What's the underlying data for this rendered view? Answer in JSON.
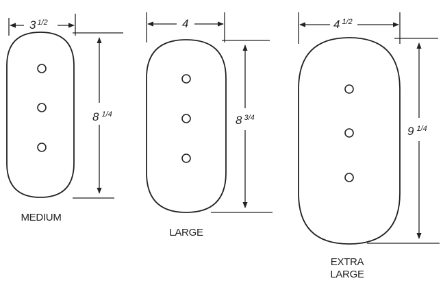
{
  "paddles": [
    {
      "name": "MEDIUM",
      "width": "3",
      "width_frac": "1/2",
      "height": "8",
      "height_frac": "1/4"
    },
    {
      "name": "LARGE",
      "width": "4",
      "width_frac": "",
      "height": "8",
      "height_frac": "3/4"
    },
    {
      "name": "EXTRA LARGE",
      "line1": "EXTRA",
      "line2": "LARGE",
      "width": "4",
      "width_frac": "1/2",
      "height": "9",
      "height_frac": "1/4"
    }
  ],
  "colors": {
    "line": "#222222",
    "background": "#ffffff"
  }
}
